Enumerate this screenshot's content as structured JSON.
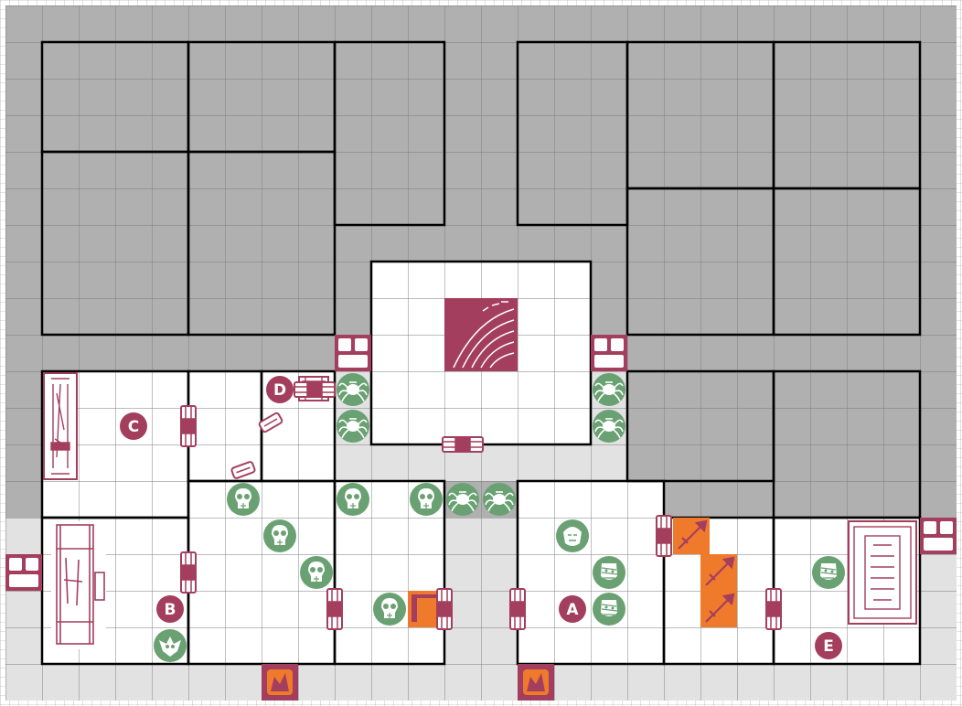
{
  "colors": {
    "rock": "#b0b0b0",
    "corridor": "#e2e2e2",
    "room_floor": "#ffffff",
    "grid_dark": "#8a8a8a",
    "grid_light": "#bdbdbd",
    "wall": "#000000",
    "marker": "#a33e5e",
    "monster": "#6aa173",
    "trap": "#f07a2c"
  },
  "markers": [
    {
      "id": "A",
      "label": "A"
    },
    {
      "id": "B",
      "label": "B"
    },
    {
      "id": "C",
      "label": "C"
    },
    {
      "id": "D",
      "label": "D"
    },
    {
      "id": "E",
      "label": "E"
    }
  ],
  "monsters": [
    {
      "id": "m1",
      "kind": "skeleton",
      "icon": "skull-icon"
    },
    {
      "id": "m2",
      "kind": "skeleton",
      "icon": "skull-icon"
    },
    {
      "id": "m3",
      "kind": "skeleton",
      "icon": "skull-icon"
    },
    {
      "id": "m4",
      "kind": "skeleton",
      "icon": "skull-icon"
    },
    {
      "id": "m5",
      "kind": "skeleton",
      "icon": "skull-icon"
    },
    {
      "id": "m6",
      "kind": "skeleton",
      "icon": "skull-icon"
    },
    {
      "id": "m7",
      "kind": "spider",
      "icon": "spider-icon"
    },
    {
      "id": "m8",
      "kind": "spider",
      "icon": "spider-icon"
    },
    {
      "id": "m9",
      "kind": "spider",
      "icon": "spider-icon"
    },
    {
      "id": "m10",
      "kind": "spider",
      "icon": "spider-icon"
    },
    {
      "id": "m11",
      "kind": "spider",
      "icon": "spider-icon"
    },
    {
      "id": "m12",
      "kind": "spider",
      "icon": "spider-icon"
    },
    {
      "id": "m13",
      "kind": "zombie",
      "icon": "zombie-icon"
    },
    {
      "id": "m14",
      "kind": "mummy",
      "icon": "mummy-icon"
    },
    {
      "id": "m15",
      "kind": "mummy",
      "icon": "mummy-icon"
    },
    {
      "id": "m16",
      "kind": "mummy",
      "icon": "mummy-icon"
    },
    {
      "id": "m17",
      "kind": "gargoyle",
      "icon": "gargoyle-icon"
    }
  ],
  "furniture": [
    {
      "id": "stairs",
      "icon": "stairs-icon"
    },
    {
      "id": "bookcase",
      "icon": "bookcase-icon"
    },
    {
      "id": "torture-rack",
      "icon": "rack-icon"
    },
    {
      "id": "tomb",
      "icon": "tomb-icon"
    },
    {
      "id": "treasure-chest",
      "icon": "chest-icon"
    }
  ],
  "traps": [
    {
      "id": "spear-trap",
      "icon": "spear-trap-icon",
      "count": 3
    },
    {
      "id": "pit-trap",
      "icon": "pit-trap-icon",
      "count": 1
    }
  ],
  "doors": [
    {
      "id": "door",
      "icon": "door-icon",
      "count": 10
    },
    {
      "id": "secret-door",
      "icon": "secret-door-icon",
      "count": 2
    },
    {
      "id": "rubble",
      "icon": "rubble-icon",
      "count": 4
    }
  ]
}
